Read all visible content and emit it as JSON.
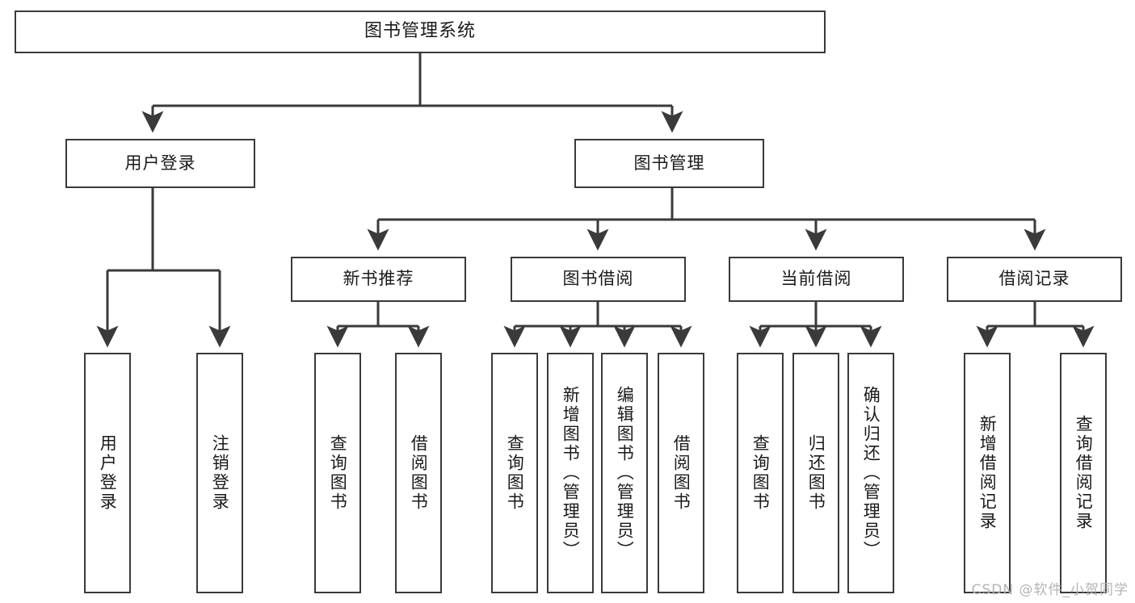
{
  "diagram": {
    "title": "图书管理系统",
    "watermark": "CSDN @软件_小贺同学",
    "colors": {
      "stroke": "#3a3a3a",
      "fill": "#ffffff",
      "text": "#1a1a1a",
      "watermark": "#b4b4b4"
    },
    "root": {
      "label": "图书管理系统"
    },
    "level1": [
      {
        "label": "用户登录"
      },
      {
        "label": "图书管理"
      }
    ],
    "level2": [
      {
        "label": "新书推荐"
      },
      {
        "label": "图书借阅"
      },
      {
        "label": "当前借阅"
      },
      {
        "label": "借阅记录"
      }
    ],
    "leaves": {
      "user_login": [
        {
          "label": "用户登录"
        },
        {
          "label": "注销登录"
        }
      ],
      "new_book_recommend": [
        {
          "label": "查询图书"
        },
        {
          "label": "借阅图书"
        }
      ],
      "book_borrow": [
        {
          "label": "查询图书"
        },
        {
          "label": "新增图书（管理员）"
        },
        {
          "label": "编辑图书（管理员）"
        },
        {
          "label": "借阅图书"
        }
      ],
      "current_borrow": [
        {
          "label": "查询图书"
        },
        {
          "label": "归还图书"
        },
        {
          "label": "确认归还（管理员）"
        }
      ],
      "borrow_record": [
        {
          "label": "新增借阅记录"
        },
        {
          "label": "查询借阅记录"
        }
      ]
    }
  }
}
